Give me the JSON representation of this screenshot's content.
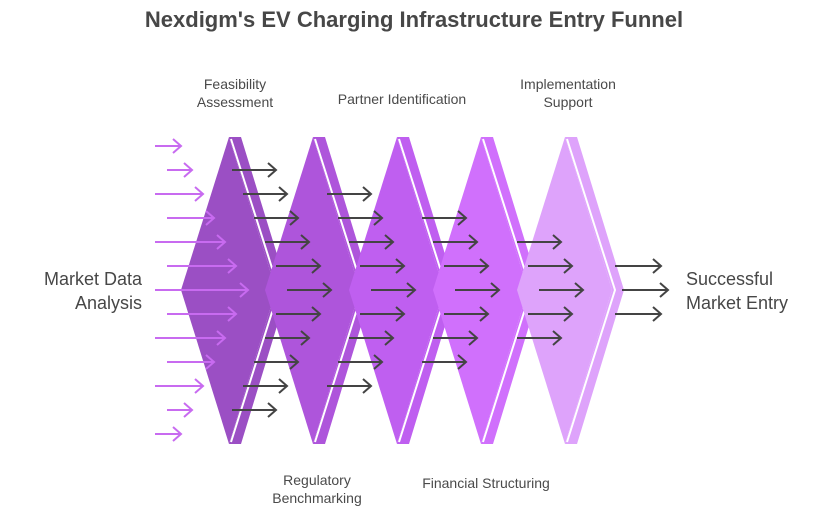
{
  "title": "Nexdigm's EV Charging Infrastructure Entry Funnel",
  "input_label": "Market Data Analysis",
  "input_label_lines": [
    "Market Data",
    "Analysis"
  ],
  "output_label_lines": [
    "Successful",
    "Market Entry"
  ],
  "stages": [
    {
      "name": "Feasibility Assessment",
      "lines": [
        "Feasibility",
        "Assessment"
      ],
      "label_position": "top",
      "color": "#9b4fc4",
      "band_color": "#9b4fc4",
      "arrows_in": 13,
      "arrow_color": "#c86bf0"
    },
    {
      "name": "Regulatory Benchmarking",
      "lines": [
        "Regulatory",
        "Benchmarking"
      ],
      "label_position": "bottom",
      "color": "#ae55db",
      "band_color": "#ae55db",
      "arrows_in": 11,
      "arrow_color": "#444444"
    },
    {
      "name": "Partner Identification",
      "lines": [
        "Partner Identification"
      ],
      "label_position": "top",
      "color": "#bf5ff0",
      "band_color": "#bf5ff0",
      "arrows_in": 9,
      "arrow_color": "#444444"
    },
    {
      "name": "Financial Structuring",
      "lines": [
        "Financial Structuring"
      ],
      "label_position": "bottom",
      "color": "#d070fc",
      "band_color": "#d070fc",
      "arrows_in": 7,
      "arrow_color": "#444444"
    },
    {
      "name": "Implementation Support",
      "lines": [
        "Implementation",
        "Support"
      ],
      "label_position": "top",
      "color": "#dea3fb",
      "band_color": "#dea3fb",
      "arrows_in": 5,
      "arrow_color": "#444444"
    }
  ],
  "output_arrows": 3,
  "colors": {
    "title": "#474747",
    "text": "#4a4a4a",
    "dark_arrow": "#444444",
    "input_arrow": "#c86bf0"
  }
}
